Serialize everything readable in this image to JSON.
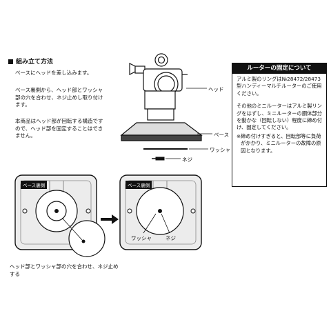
{
  "section_title": "組み立て方法",
  "steps": [
    "ベースにヘッドを差し込みます。",
    "ベース裏側から、ヘッド部とワッシャ部の穴を合わせ、ネジ止めし取り付けます。",
    "本商品はヘッド部が回転する構造ですので、ヘッド部を固定することはできません。"
  ],
  "part_labels": {
    "head": "ヘッド",
    "base": "ベース",
    "washer": "ワッシャ",
    "screw": "ネジ"
  },
  "note": {
    "title": "ルーターの固定について",
    "para1": "アルミ製のリングは№28472/28473 型ハンディーマルチルーターのご使用ください。",
    "para2": "その他のミニルーターはアルミ製リングをはずし、ミニルーターの胴体部分を動かな（回転しない）程度に締め付け、固定してください。",
    "warn_mark": "※",
    "warn": "締め付けすぎると、回転部等に負荷がかかり、ミニルーターの故障の原因となります。"
  },
  "figures": {
    "base_back_tag_left": "ベース裏側",
    "base_back_tag_right": "ベース裏側",
    "washer_label": "ワッシャ",
    "screw_label": "ネジ"
  },
  "caption": "ヘッド部とワッシャ部の穴を合わせ、ネジ止めする"
}
